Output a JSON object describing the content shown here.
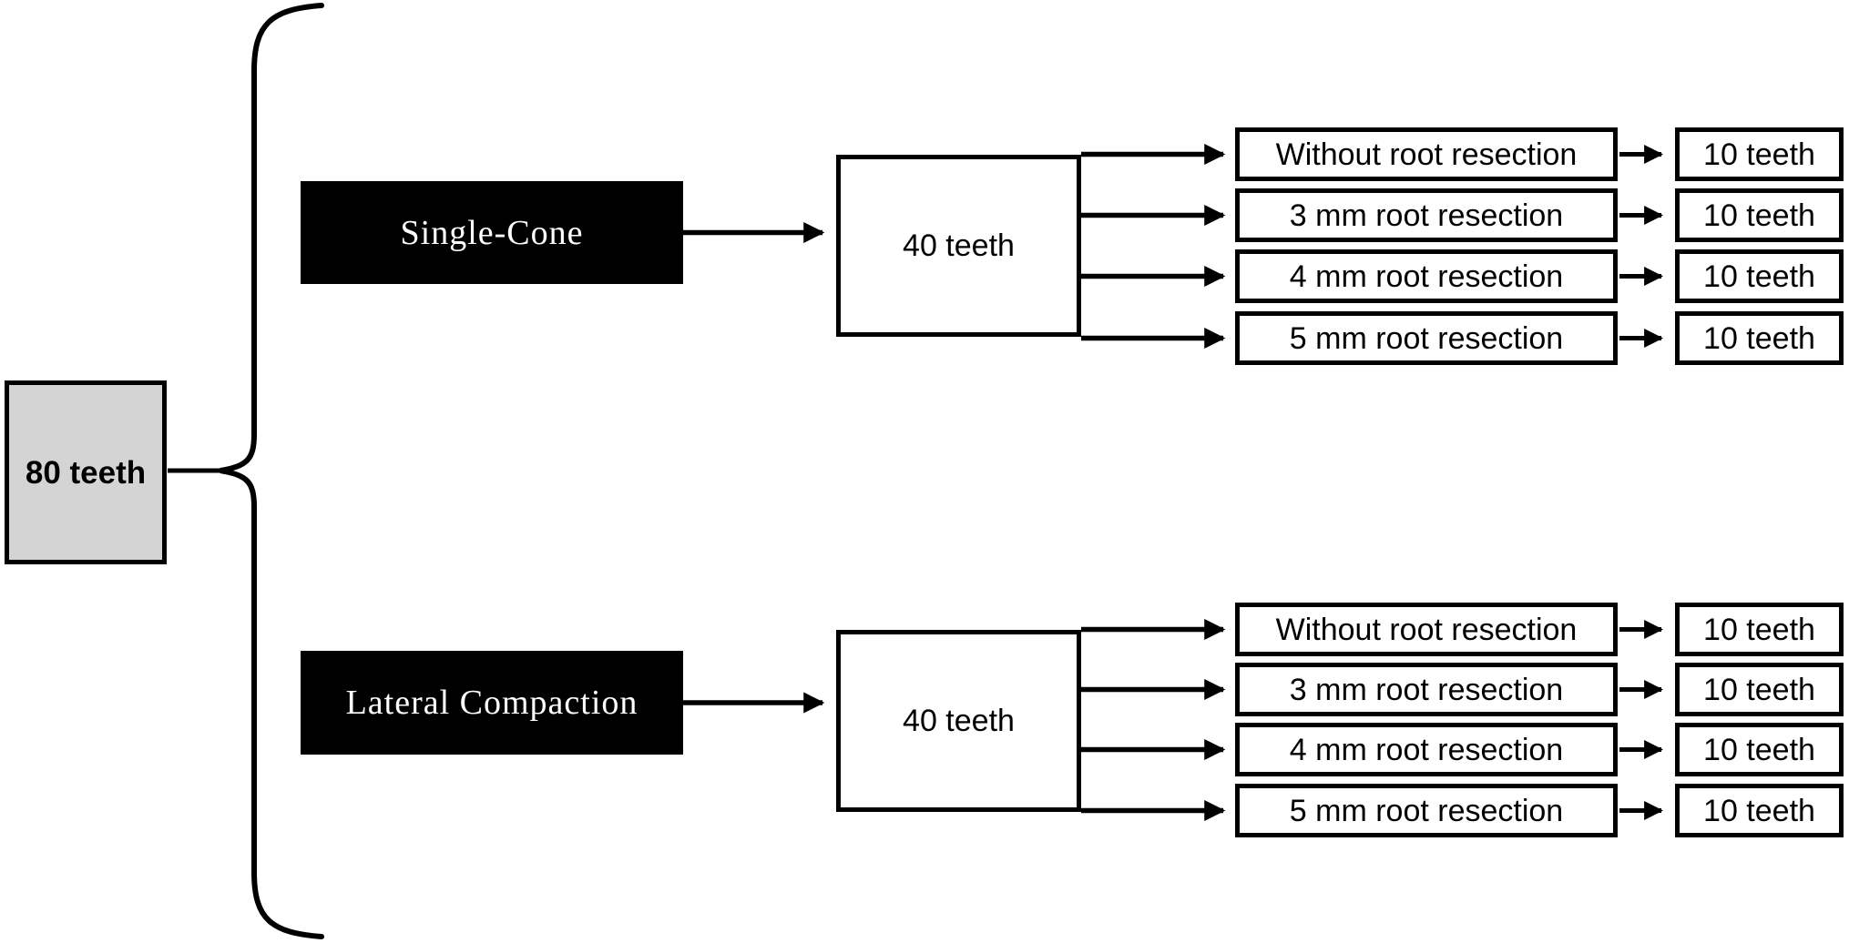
{
  "figure": {
    "root": {
      "label": "80 teeth"
    },
    "groups": [
      {
        "method": "Single-Cone",
        "count": "40 teeth",
        "branches": [
          {
            "label": "Without root resection",
            "count": "10 teeth"
          },
          {
            "label": "3 mm root resection",
            "count": "10 teeth"
          },
          {
            "label": "4 mm root resection",
            "count": "10 teeth"
          },
          {
            "label": "5 mm root resection",
            "count": "10 teeth"
          }
        ]
      },
      {
        "method": "Lateral Compaction",
        "count": "40 teeth",
        "branches": [
          {
            "label": "Without root resection",
            "count": "10 teeth"
          },
          {
            "label": "3 mm root resection",
            "count": "10 teeth"
          },
          {
            "label": "4 mm root resection",
            "count": "10 teeth"
          },
          {
            "label": "5 mm root resection",
            "count": "10 teeth"
          }
        ]
      }
    ],
    "colors": {
      "background": "#ffffff",
      "root_fill": "#d4d4d4",
      "method_fill": "#000000",
      "method_text": "#ffffff",
      "box_fill": "#ffffff",
      "line": "#000000"
    }
  }
}
